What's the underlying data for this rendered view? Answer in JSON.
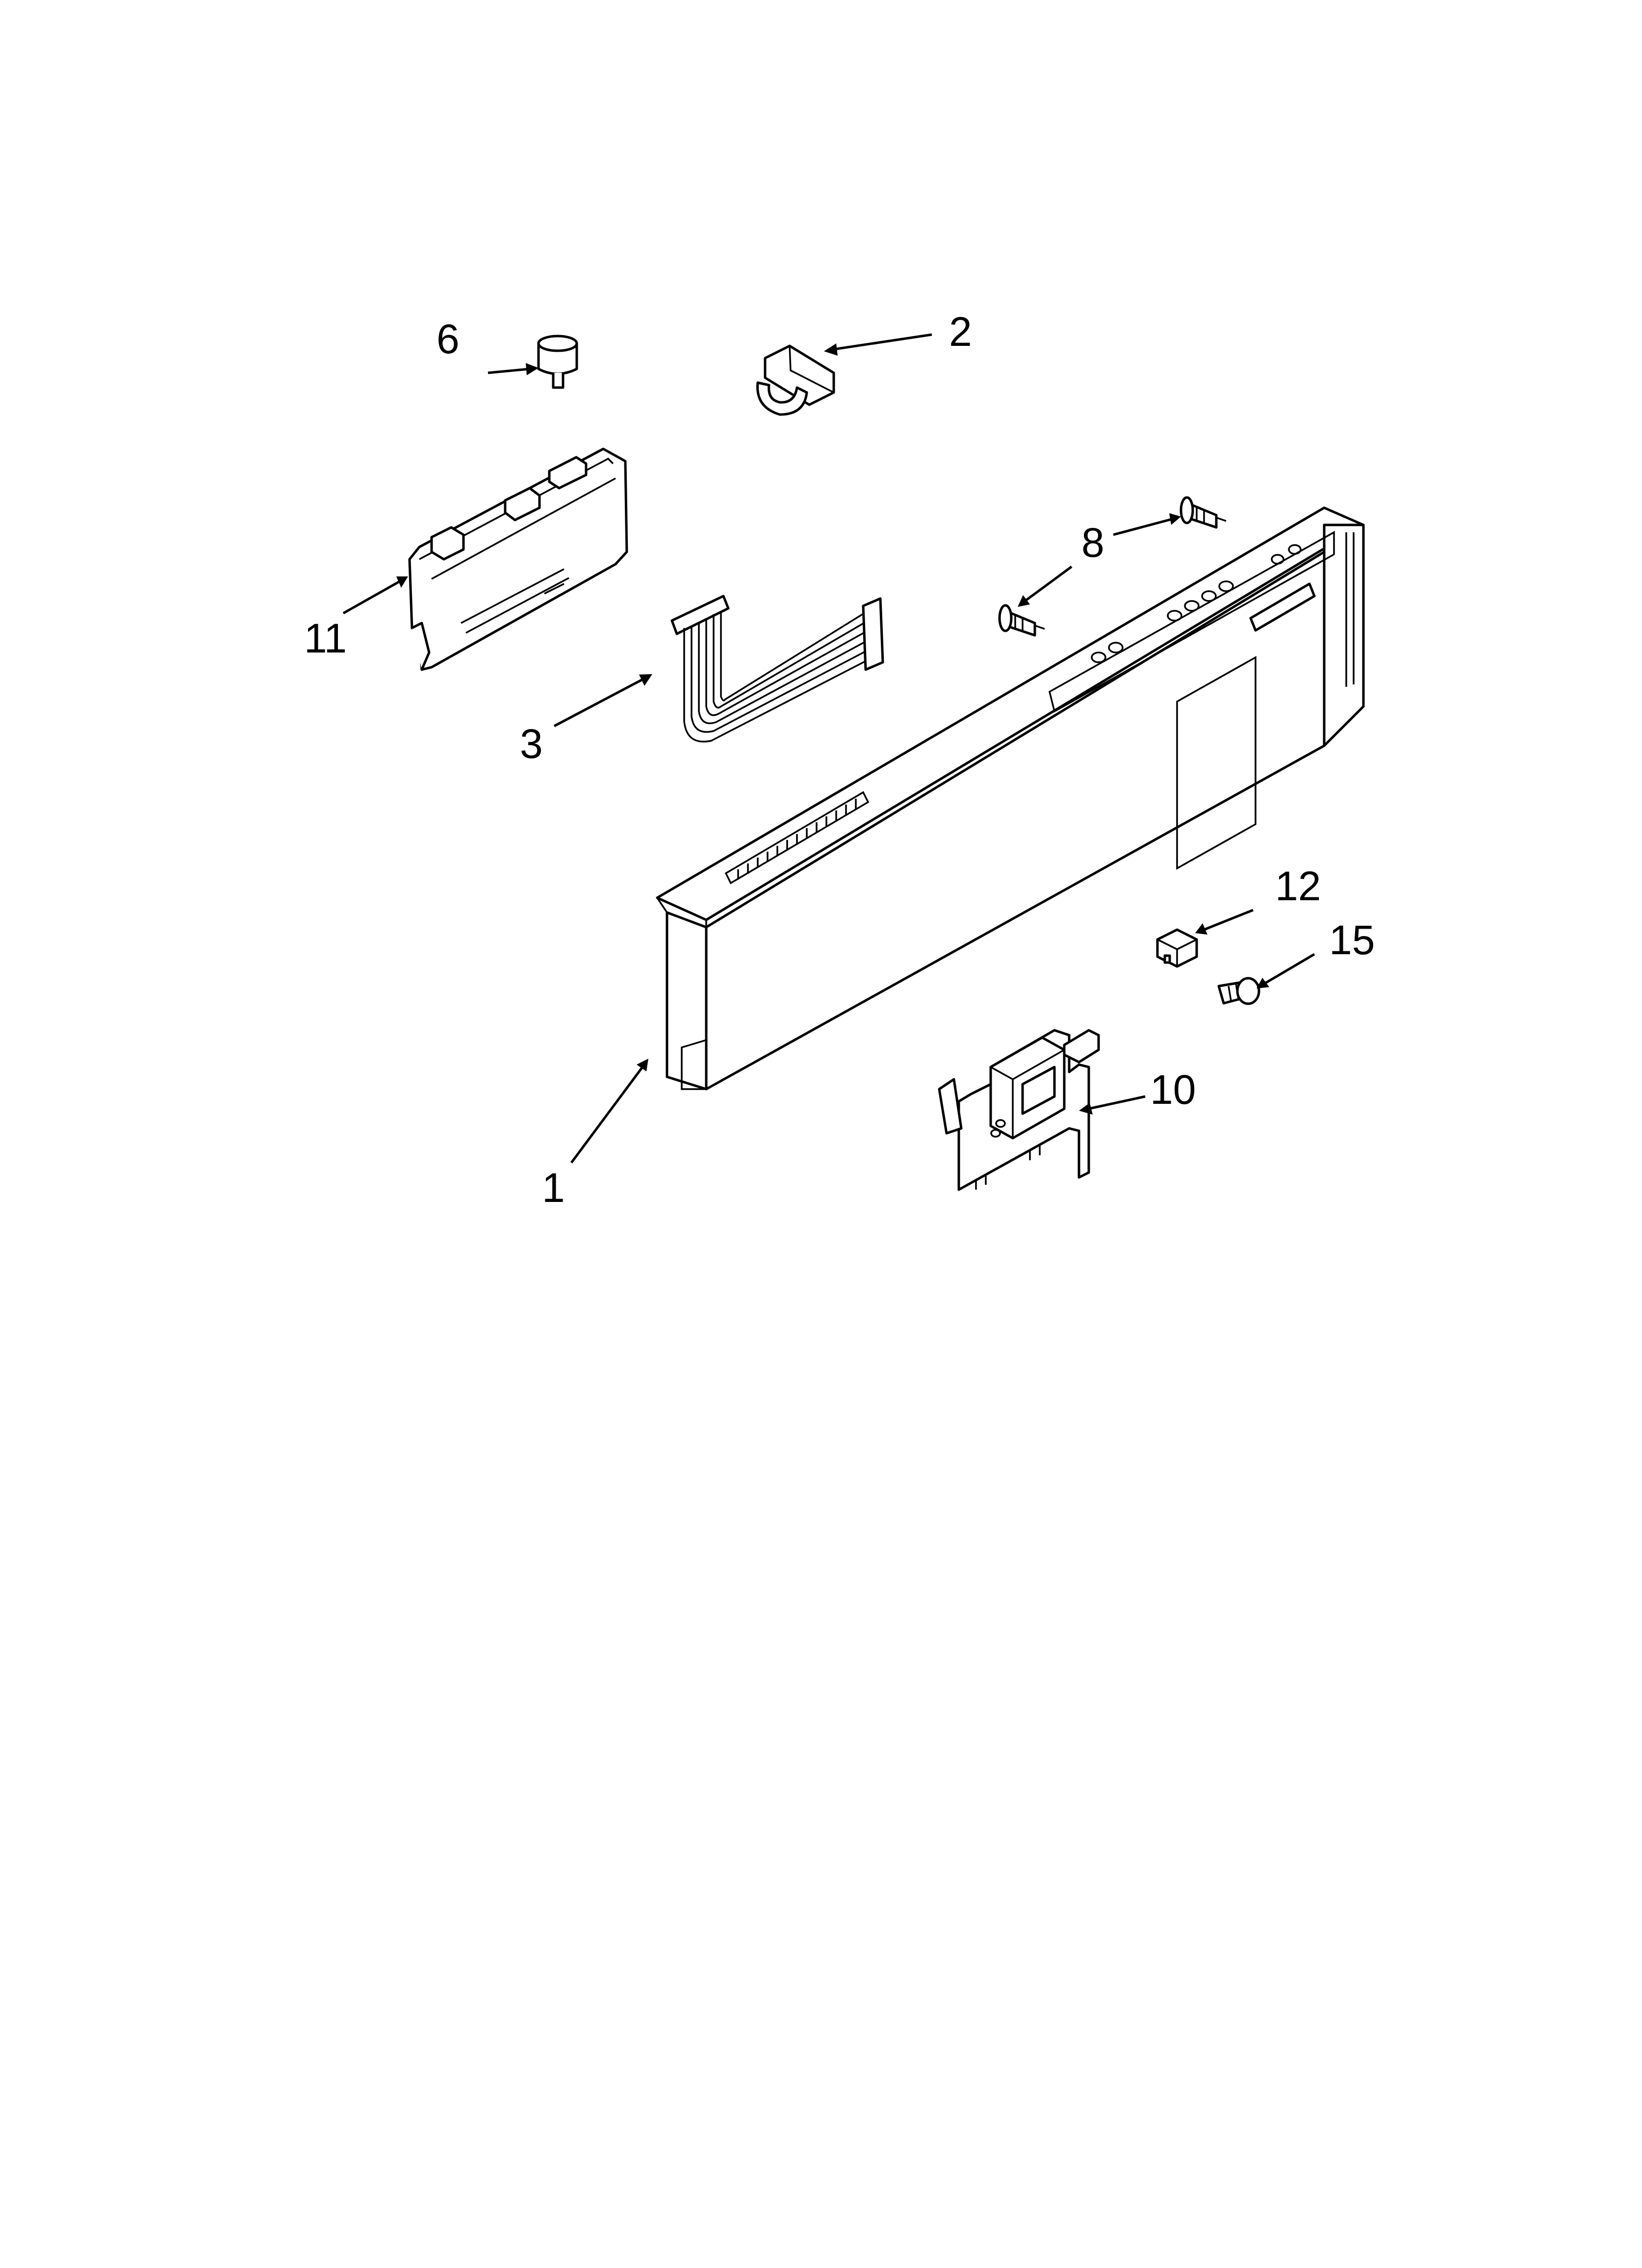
{
  "diagram": {
    "callouts": [
      {
        "id": "1",
        "label": "1"
      },
      {
        "id": "2",
        "label": "2"
      },
      {
        "id": "3",
        "label": "3"
      },
      {
        "id": "6",
        "label": "6"
      },
      {
        "id": "8",
        "label": "8"
      },
      {
        "id": "10",
        "label": "10"
      },
      {
        "id": "11",
        "label": "11"
      },
      {
        "id": "12",
        "label": "12"
      },
      {
        "id": "15",
        "label": "15"
      }
    ],
    "colors": {
      "line": "#000000",
      "background": "#ffffff"
    }
  }
}
